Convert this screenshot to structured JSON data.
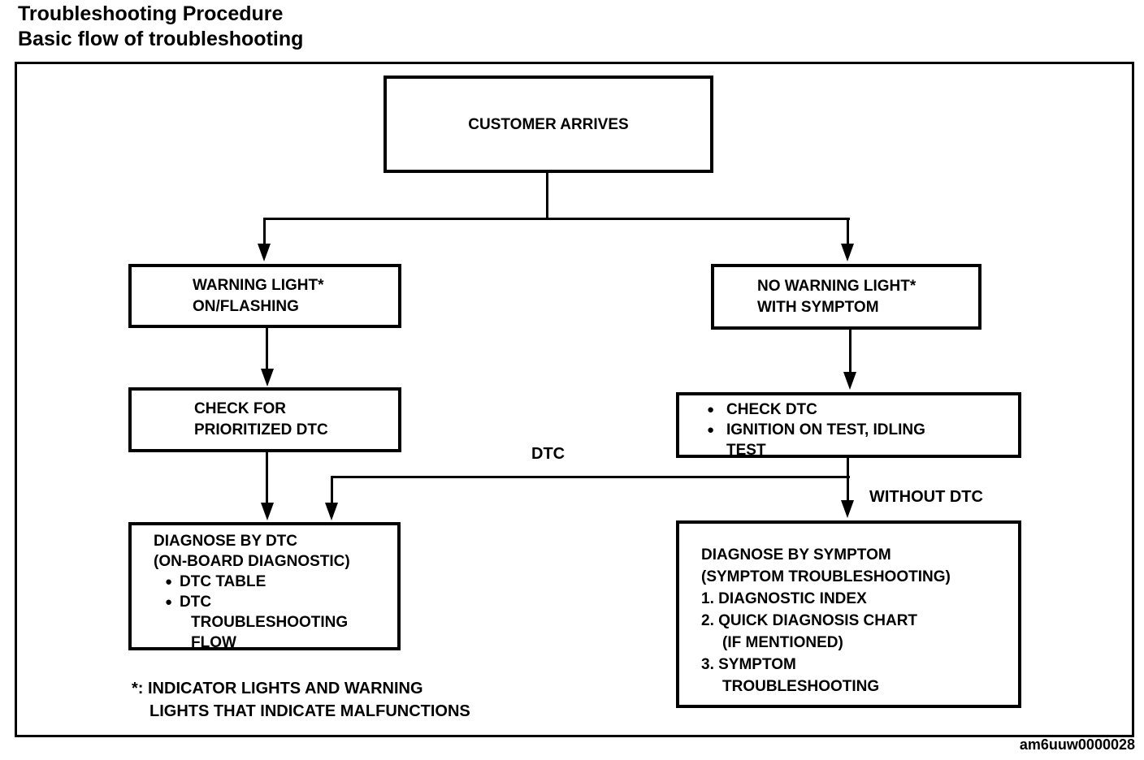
{
  "page": {
    "title_line1": "Troubleshooting Procedure",
    "title_line2": "Basic flow of troubleshooting",
    "figure_code": "am6uuw0000028",
    "bullet_icon": "●"
  },
  "nodes": {
    "customer_arrives": {
      "label": "CUSTOMER ARRIVES"
    },
    "warning_light": {
      "line1": "WARNING LIGHT*",
      "line2": "ON/FLASHING"
    },
    "no_warning_light": {
      "line1": "NO WARNING LIGHT*",
      "line2": "WITH SYMPTOM"
    },
    "check_prioritized_dtc": {
      "line1": "CHECK FOR",
      "line2": "PRIORITIZED DTC"
    },
    "check_dtc": {
      "bullet1": "CHECK DTC",
      "bullet2_line1": "IGNITION ON TEST, IDLING",
      "bullet2_line2": "TEST"
    },
    "diagnose_by_dtc": {
      "line1": "DIAGNOSE BY DTC",
      "line2": "(ON-BOARD DIAGNOSTIC)",
      "bullet1": "DTC TABLE",
      "bullet2_line1": "DTC",
      "bullet2_line2": "TROUBLESHOOTING",
      "bullet2_line3": "FLOW"
    },
    "diagnose_by_symptom": {
      "line1": "DIAGNOSE BY SYMPTOM",
      "line2": "(SYMPTOM TROUBLESHOOTING)",
      "item1": "1. DIAGNOSTIC INDEX",
      "item2_line1": "2. QUICK DIAGNOSIS CHART",
      "item2_line2": "(IF MENTIONED)",
      "item3_line1": "3. SYMPTOM",
      "item3_line2": "TROUBLESHOOTING"
    }
  },
  "edge_labels": {
    "dtc": "DTC",
    "without_dtc": "WITHOUT DTC"
  },
  "footnote": {
    "line1": "*: INDICATOR LIGHTS AND WARNING",
    "line2": "LIGHTS THAT INDICATE MALFUNCTIONS"
  }
}
